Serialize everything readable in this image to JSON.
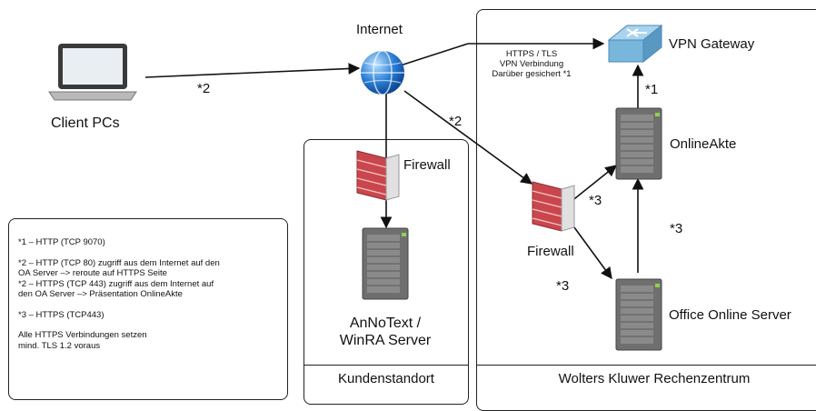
{
  "nodes": {
    "client": "Client PCs",
    "internet": "Internet",
    "vpn": "VPN Gateway",
    "onlineakte": "OnlineAkte",
    "firewall_left": "Firewall",
    "firewall_right": "Firewall",
    "annotext_line1": "AnNoText /",
    "annotext_line2": "WinRA Server",
    "office": "Office Online Server"
  },
  "edges": {
    "client_internet": "*2",
    "internet_firewall": "*2",
    "vpn_onlineakte": "*1",
    "firewall_onlineakte": "*3",
    "firewall_office": "*3",
    "office_onlineakte": "*3",
    "https_line1": "HTTPS / TLS",
    "https_line2": "VPN Verbindung",
    "https_line3": "Darüber gesichert *1"
  },
  "zones": {
    "kunden": "Kundenstandort",
    "wolters": "Wolters Kluwer Rechenzentrum"
  },
  "notes": {
    "l1": "*1 – HTTP (TCP 9070)",
    "l2": "*2 – HTTP (TCP 80) zugriff aus dem Internet auf den",
    "l3": "OA Server –> reroute auf HTTPS Seite",
    "l4": "*2 – HTTPS (TCP 443) zugriff aus dem Internet auf",
    "l5": "den OA Server –> Präsentation OnlineAkte",
    "l6": "*3 – HTTPS (TCP443)",
    "l7": "Alle HTTPS Verbindungen setzen",
    "l8": "mind. TLS 1.2 voraus"
  },
  "colors": {
    "globe": "#2b7fd6",
    "firewall": "#c9464d",
    "server": "#6f6f6f",
    "vpn": "#79b6dc"
  }
}
